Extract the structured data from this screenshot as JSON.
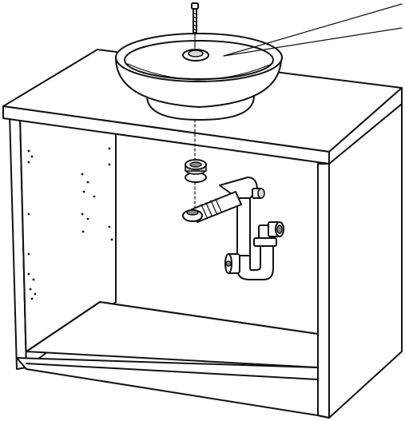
{
  "illustration": {
    "alt": "",
    "parts": [
      "cabinet-frame",
      "countertop",
      "washbasin",
      "drain-screw",
      "drain-flange",
      "gasket",
      "drain-pipe",
      "p-trap",
      "wall-outlet-pipe",
      "pointer-line"
    ]
  }
}
